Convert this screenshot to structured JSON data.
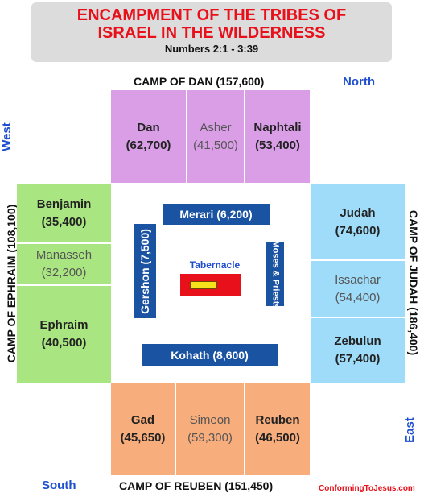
{
  "title_line1": "ENCAMPMENT OF THE TRIBES OF",
  "title_line2": "ISRAEL IN THE WILDERNESS",
  "subtitle": "Numbers 2:1 - 3:39",
  "directions": {
    "north": "North",
    "west": "West",
    "east": "East",
    "south": "South"
  },
  "camps": {
    "dan": "CAMP OF DAN (157,600)",
    "ephraim": "CAMP OF EPHRAIM (108,100)",
    "judah": "CAMP OF JUDAH (186,400)",
    "reuben": "CAMP OF REUBEN (151,450)"
  },
  "tribes": {
    "dan": {
      "name": "Dan",
      "count": "(62,700)"
    },
    "asher": {
      "name": "Asher",
      "count": "(41,500)"
    },
    "naphtali": {
      "name": "Naphtali",
      "count": "(53,400)"
    },
    "benjamin": {
      "name": "Benjamin",
      "count": "(35,400)"
    },
    "manasseh": {
      "name": "Manasseh",
      "count": "(32,200)"
    },
    "ephraim": {
      "name": "Ephraim",
      "count": "(40,500)"
    },
    "judah": {
      "name": "Judah",
      "count": "(74,600)"
    },
    "issachar": {
      "name": "Issachar",
      "count": "(54,400)"
    },
    "zebulun": {
      "name": "Zebulun",
      "count": "(57,400)"
    },
    "gad": {
      "name": "Gad",
      "count": "(45,650)"
    },
    "simeon": {
      "name": "Simeon",
      "count": "(59,300)"
    },
    "reuben": {
      "name": "Reuben",
      "count": "(46,500)"
    }
  },
  "levites": {
    "merari": "Merari (6,200)",
    "gershon": "Gershon (7,500)",
    "kohath": "Kohath (8,600)",
    "moses": "Moses & Priests"
  },
  "tabernacle": "Tabernacle",
  "credit": "ConformingToJesus.com",
  "colors": {
    "north_camp": "#da9ee7",
    "west_camp": "#a9e681",
    "east_camp": "#9fdcf9",
    "south_camp": "#f8ad7c",
    "levites": "#1b53a3",
    "tabernacle": "#e8101a",
    "title": "#e8101a",
    "direction": "#1f4fcf"
  }
}
